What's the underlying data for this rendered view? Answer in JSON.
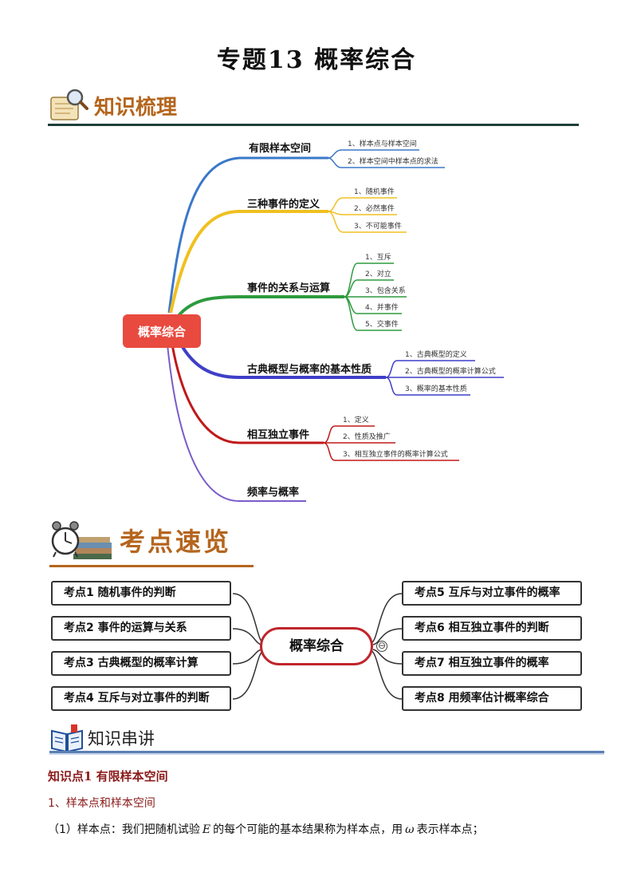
{
  "title": "专题13  概率综合",
  "sections": {
    "s1": "知识梳理",
    "s2": "考点速览",
    "s3": "知识串讲"
  },
  "mindmap": {
    "center": "概率综合",
    "branches": [
      {
        "label": "有限样本空间",
        "color": "#3a78c9",
        "items": [
          "1、样本点与样本空间",
          "2、样本空间中样本点的求法"
        ]
      },
      {
        "label": "三种事件的定义",
        "color": "#f0c020",
        "items": [
          "1、随机事件",
          "2、必然事件",
          "3、不可能事件"
        ]
      },
      {
        "label": "事件的关系与运算",
        "color": "#2e9a3e",
        "items": [
          "1、互斥",
          "2、对立",
          "3、包含关系",
          "4、并事件",
          "5、交事件"
        ]
      },
      {
        "label": "古典概型与概率的基本性质",
        "color": "#3f3fc8",
        "items": [
          "1、古典概型的定义",
          "2、古典概型的概率计算公式",
          "3、概率的基本性质"
        ]
      },
      {
        "label": "相互独立事件",
        "color": "#c01818",
        "items": [
          "1、定义",
          "2、性质及推广",
          "3、相互独立事件的概率计算公式"
        ]
      },
      {
        "label": "频率与概率",
        "color": "#7b5cc8",
        "items": []
      }
    ]
  },
  "kaodian": {
    "center": "概率综合",
    "collapse_symbol": "⊖",
    "left": [
      "考点1  随机事件的判断",
      "考点2  事件的运算与关系",
      "考点3  古典概型的概率计算",
      "考点4  互斥与对立事件的判断"
    ],
    "right": [
      "考点5  互斥与对立事件的概率",
      "考点6  相互独立事件的判断",
      "考点7  相互独立事件的概率",
      "考点8  用频率估计概率综合"
    ]
  },
  "content": {
    "kp1": "知识点1    有限样本空间",
    "sub1": "1、样本点和样本空间",
    "p1_a": "（1）样本点：我们把随机试验",
    "p1_E": "E",
    "p1_b": "的每个可能的基本结果称为样本点，用",
    "p1_w": "ω",
    "p1_c": "表示样本点；"
  }
}
